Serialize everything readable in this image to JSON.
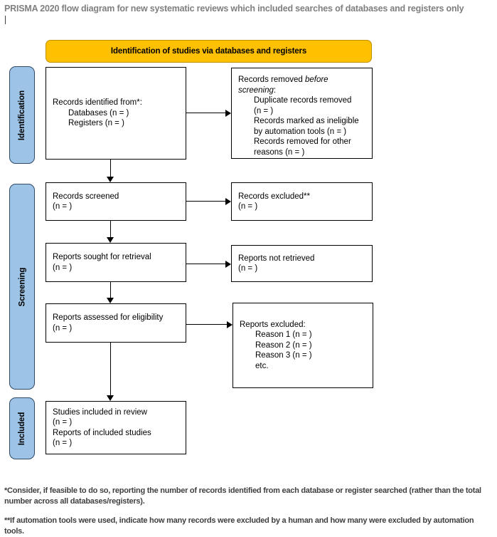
{
  "title": "PRISMA 2020 flow diagram for new systematic reviews which included searches of databases and registers only",
  "banner": {
    "label": "Identification of studies via databases and registers"
  },
  "stages": [
    {
      "id": "identification",
      "label": "Identification"
    },
    {
      "id": "screening",
      "label": "Screening"
    },
    {
      "id": "included",
      "label": "Included"
    }
  ],
  "boxes": {
    "records_identified": {
      "lines": [
        {
          "text": "Records identified from*:",
          "indent": false
        },
        {
          "text": "Databases (n = )",
          "indent": true
        },
        {
          "text": "Registers (n = )",
          "indent": true
        }
      ]
    },
    "records_removed": {
      "lines": [
        {
          "text": "Records removed ",
          "italic_tail": "before",
          "indent": false
        },
        {
          "text": "",
          "italic_head": "screening",
          "tail": ":",
          "indent": false
        },
        {
          "text": "Duplicate records removed",
          "indent": true
        },
        {
          "text": "(n = )",
          "indent": true
        },
        {
          "text": "Records marked as ineligible",
          "indent": true
        },
        {
          "text": "by automation tools (n = )",
          "indent": true
        },
        {
          "text": "Records removed for other",
          "indent": true
        },
        {
          "text": "reasons (n = )",
          "indent": true
        }
      ]
    },
    "records_screened": {
      "lines": [
        {
          "text": "Records screened",
          "indent": false
        },
        {
          "text": "(n = )",
          "indent": false
        }
      ]
    },
    "records_excluded": {
      "lines": [
        {
          "text": "Records excluded**",
          "indent": false
        },
        {
          "text": "(n = )",
          "indent": false
        }
      ]
    },
    "reports_sought": {
      "lines": [
        {
          "text": "Reports sought for retrieval",
          "indent": false
        },
        {
          "text": "(n = )",
          "indent": false
        }
      ]
    },
    "reports_not_retrieved": {
      "lines": [
        {
          "text": "Reports not retrieved",
          "indent": false
        },
        {
          "text": "(n = )",
          "indent": false
        }
      ]
    },
    "reports_assessed": {
      "lines": [
        {
          "text": "Reports assessed for eligibility",
          "indent": false
        },
        {
          "text": "(n = )",
          "indent": false
        }
      ]
    },
    "reports_excluded": {
      "lines": [
        {
          "text": "Reports excluded:",
          "indent": false
        },
        {
          "text": "Reason 1 (n = )",
          "indent": true
        },
        {
          "text": "Reason 2 (n = )",
          "indent": true
        },
        {
          "text": "Reason 3 (n = )",
          "indent": true
        },
        {
          "text": "etc.",
          "indent": true
        }
      ]
    },
    "studies_included": {
      "lines": [
        {
          "text": "Studies included in review",
          "indent": false
        },
        {
          "text": "(n = )",
          "indent": false
        },
        {
          "text": "Reports of included studies",
          "indent": false
        },
        {
          "text": "(n = )",
          "indent": false
        }
      ]
    }
  },
  "footnotes": [
    "*Consider, if feasible to do so, reporting the number of records identified from each database or register searched (rather than the total number across all databases/registers).",
    "**If automation tools were used, indicate how many records were excluded by a human and how many were excluded by automation tools."
  ],
  "colors": {
    "banner_fill": "#FFC000",
    "banner_border": "#BF9000",
    "stage_fill": "#9DC3E6",
    "stage_border": "#2E4A66",
    "box_border": "#000000",
    "title_text": "#7F7F7F",
    "footnote_text": "#3F3F3F"
  }
}
